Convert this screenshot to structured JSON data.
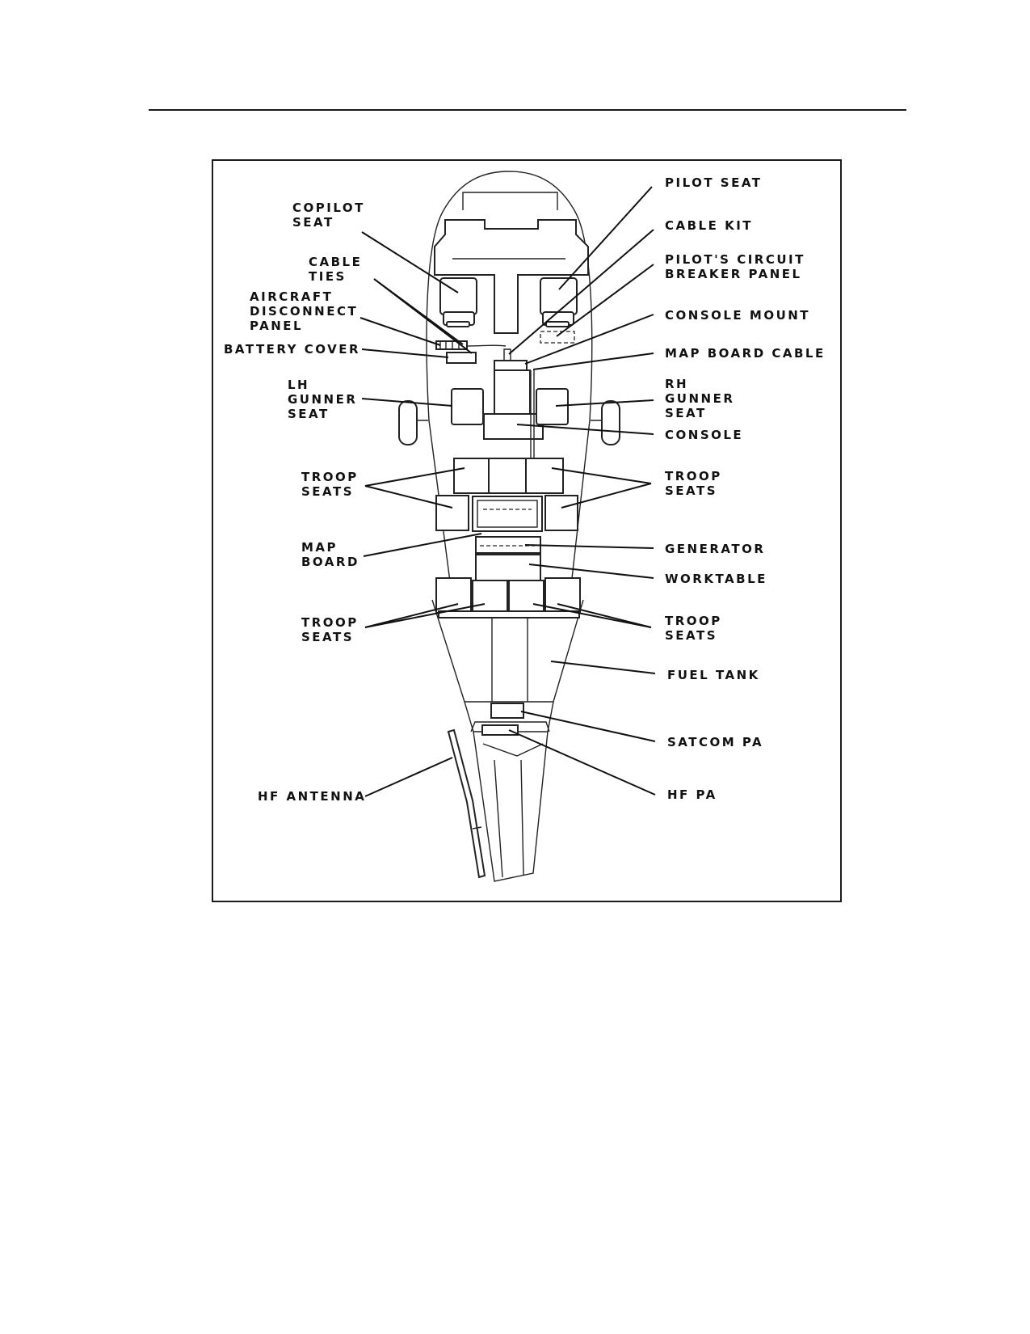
{
  "labels": {
    "copilot_seat": [
      "COPILOT",
      "SEAT"
    ],
    "cable_ties": [
      "CABLE",
      "TIES"
    ],
    "aircraft_disconnect_panel": [
      "AIRCRAFT",
      "DISCONNECT",
      "PANEL"
    ],
    "battery_cover": [
      "BATTERY COVER"
    ],
    "lh_gunner_seat": [
      "LH",
      "GUNNER",
      "SEAT"
    ],
    "troop_seats_left_fwd": [
      "TROOP",
      "SEATS"
    ],
    "map_board": [
      "MAP",
      "BOARD"
    ],
    "troop_seats_left_aft": [
      "TROOP",
      "SEATS"
    ],
    "hf_antenna": [
      "HF ANTENNA"
    ],
    "pilot_seat": [
      "PILOT SEAT"
    ],
    "cable_kit": [
      "CABLE KIT"
    ],
    "pilots_circuit_breaker_panel": [
      "PILOT'S CIRCUIT",
      "BREAKER PANEL"
    ],
    "console_mount": [
      "CONSOLE MOUNT"
    ],
    "map_board_cable": [
      "MAP BOARD CABLE"
    ],
    "rh_gunner_seat": [
      "RH",
      "GUNNER",
      "SEAT"
    ],
    "console": [
      "CONSOLE"
    ],
    "troop_seats_right_fwd": [
      "TROOP",
      "SEATS"
    ],
    "generator": [
      "GENERATOR"
    ],
    "worktable": [
      "WORKTABLE"
    ],
    "troop_seats_right_aft": [
      "TROOP",
      "SEATS"
    ],
    "fuel_tank": [
      "FUEL TANK"
    ],
    "satcom_pa": [
      "SATCOM PA"
    ],
    "hf_pa": [
      "HF PA"
    ]
  }
}
